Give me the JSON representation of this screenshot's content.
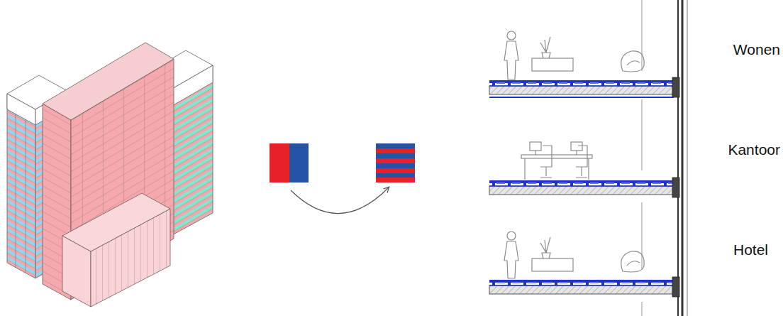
{
  "diagram": {
    "labels": [
      "Wonen",
      "Kantoor",
      "Hotel"
    ]
  }
}
